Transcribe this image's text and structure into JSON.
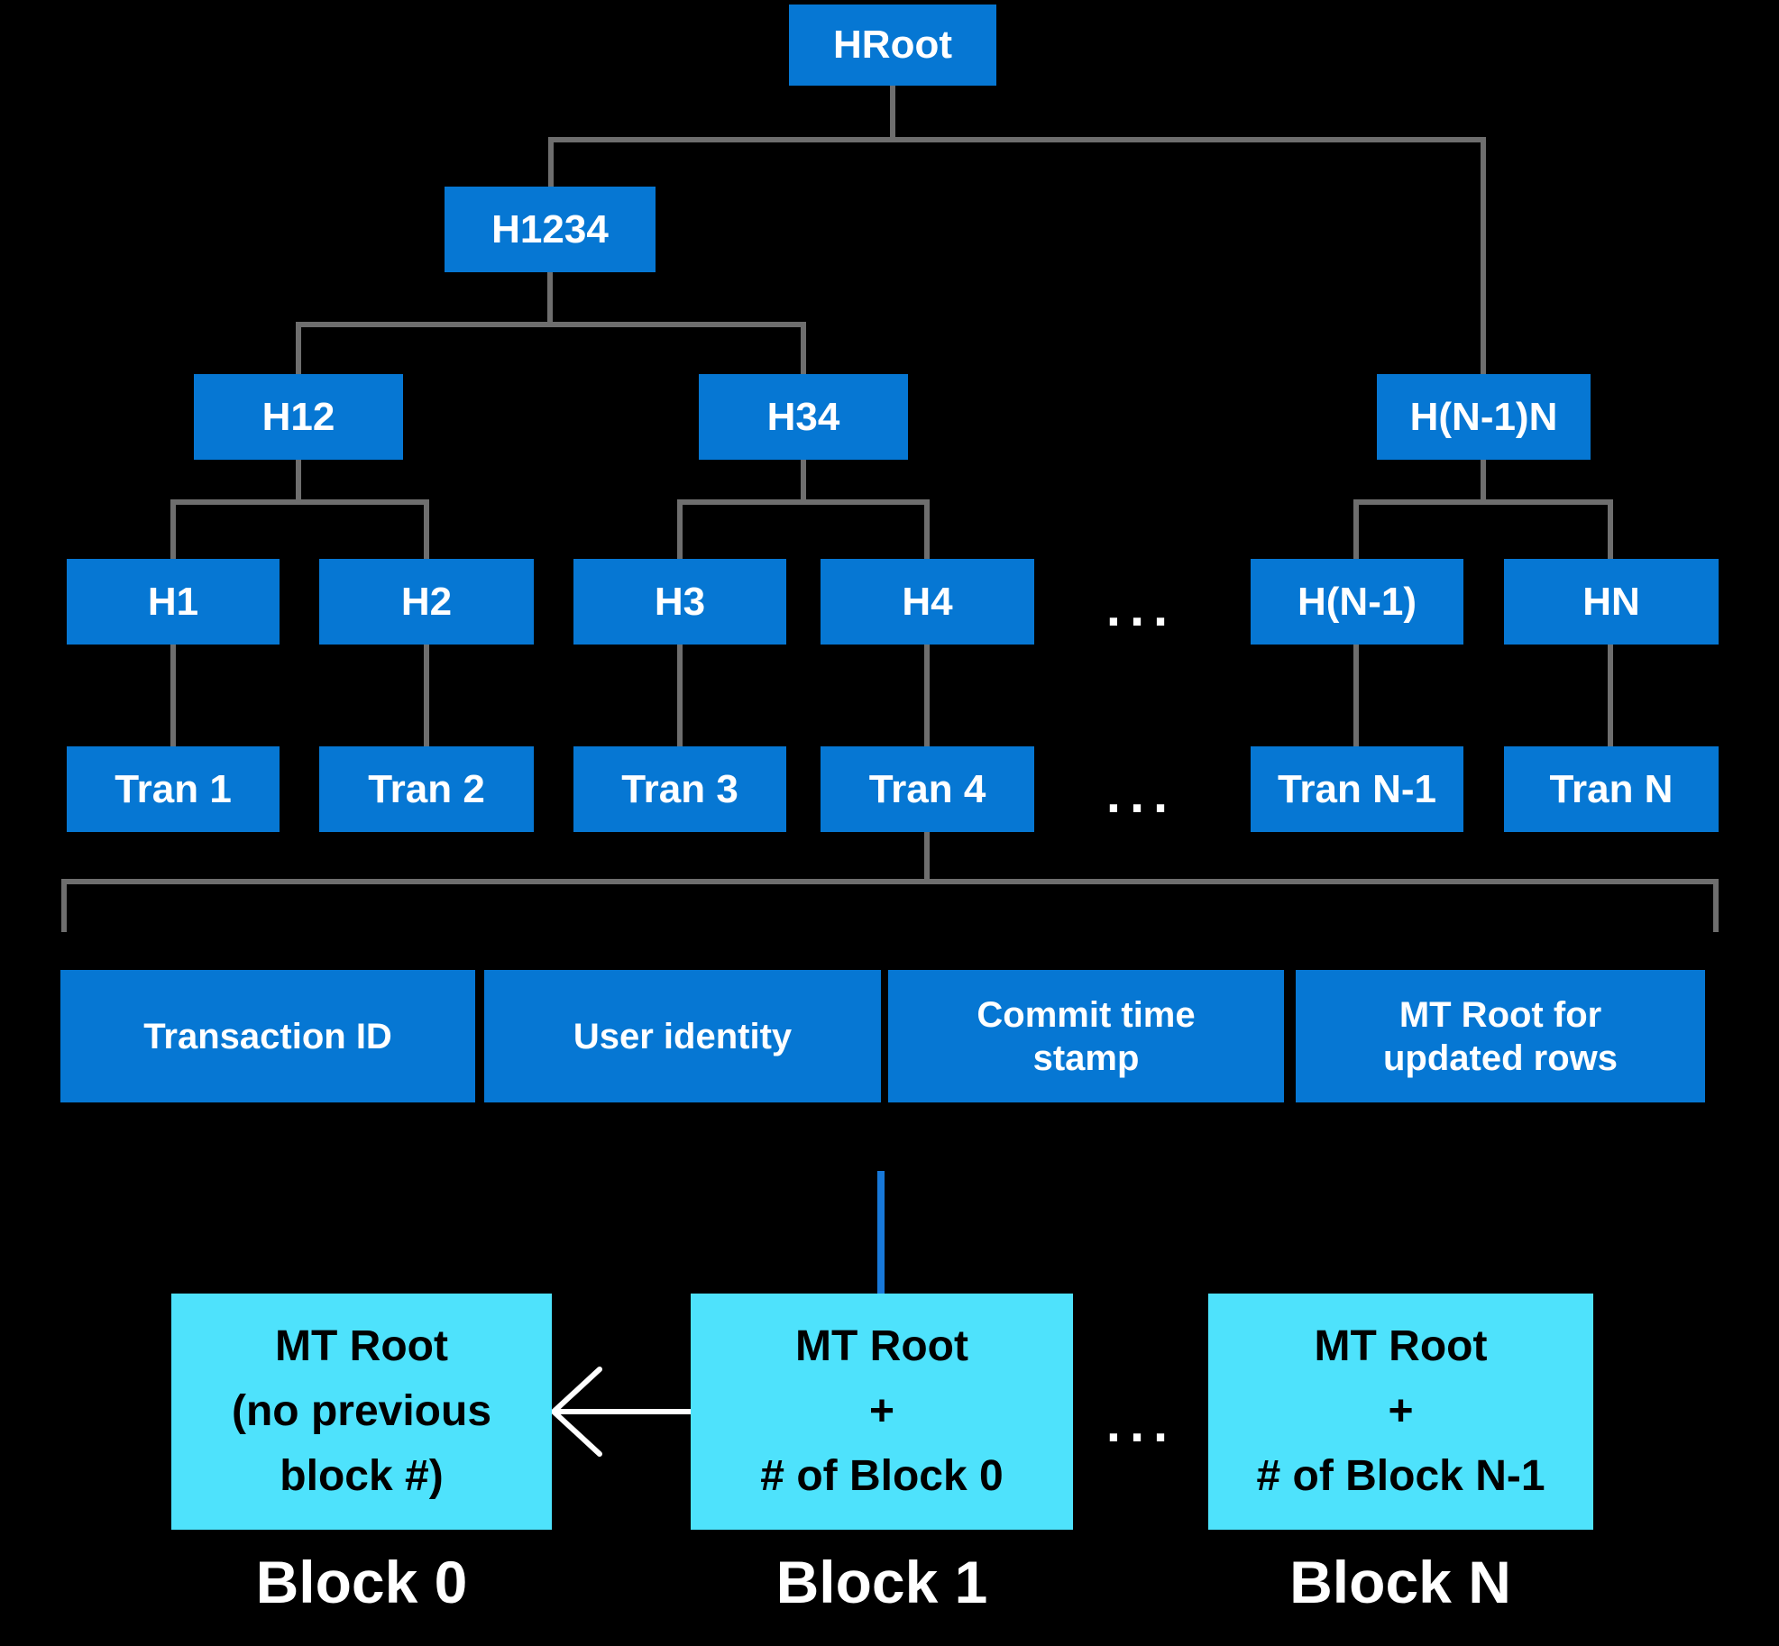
{
  "diagram": {
    "description": "Merkle tree ledger with transaction leaves and chained blocks",
    "colors": {
      "background": "#000000",
      "node_blue": "#0677d3",
      "block_cyan": "#4ee2fc",
      "connector_gray": "#6e6e6e",
      "stem_blue": "#1778d9",
      "text_white": "#ffffff",
      "text_black": "#000000"
    },
    "tree": {
      "root_label": "HRoot",
      "level2_label": "H1234",
      "level3": [
        "H12",
        "H34",
        "H(N-1)N"
      ],
      "leaf_hashes": [
        "H1",
        "H2",
        "H3",
        "H4",
        "H(N-1)",
        "HN"
      ],
      "transactions": [
        "Tran 1",
        "Tran 2",
        "Tran 3",
        "Tran 4",
        "Tran N-1",
        "Tran N"
      ],
      "hash_row_ellipsis": "...",
      "tran_row_ellipsis": "..."
    },
    "transaction_fields": [
      "Transaction ID",
      "User identity",
      "Commit time\nstamp",
      "MT Root for\nupdated rows"
    ],
    "blocks": [
      {
        "content": "MT Root\n(no previous\nblock #)",
        "caption": "Block 0"
      },
      {
        "content": "MT Root\n+\n# of Block 0",
        "caption": "Block 1"
      },
      {
        "content": "MT Root\n+\n# of Block N-1",
        "caption": "Block N"
      }
    ],
    "blocks_ellipsis": "..."
  }
}
